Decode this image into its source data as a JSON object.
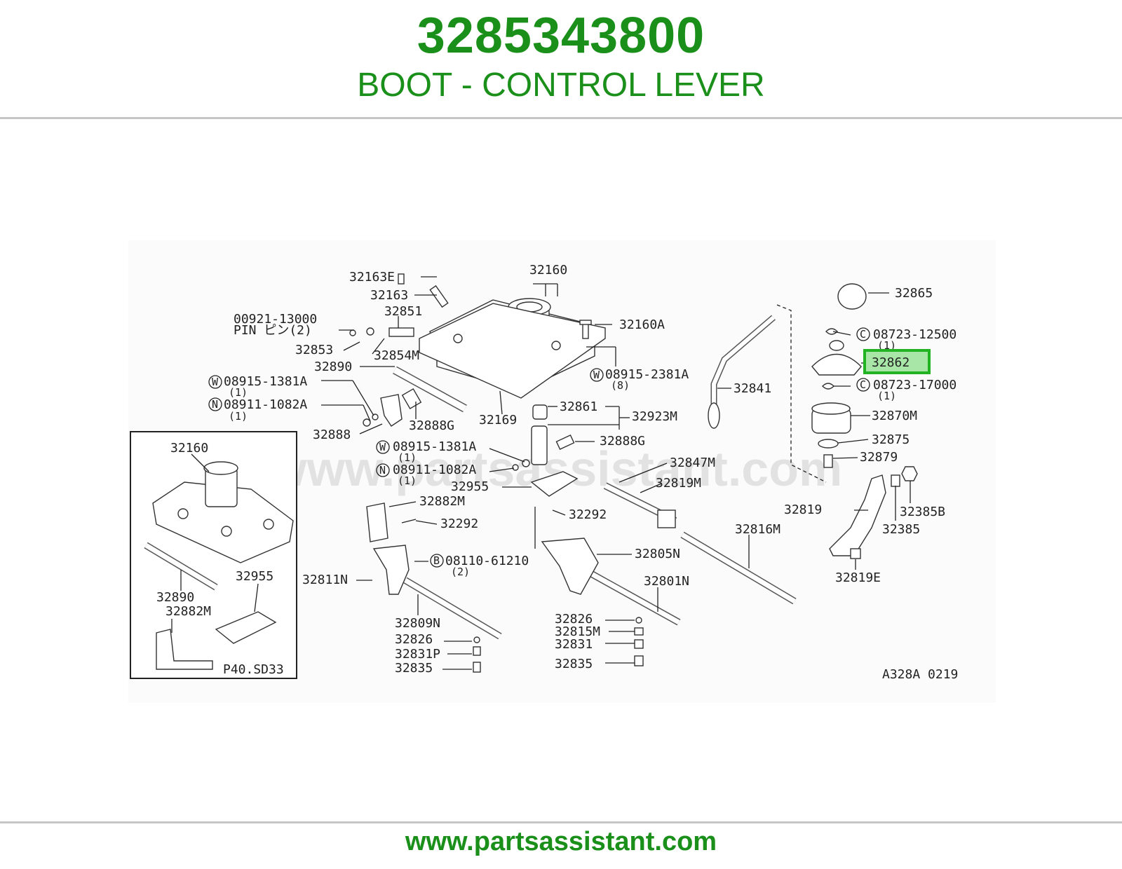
{
  "header": {
    "part_number": "3285343800",
    "part_name": "BOOT - CONTROL LEVER"
  },
  "footer": {
    "url": "www.partsassistant.com"
  },
  "watermark": "www.partsassistant.com",
  "colors": {
    "brand_green": "#1a8f1a",
    "highlight_fill": "#a8e6a8",
    "highlight_border": "#22b322"
  },
  "highlighted_part": "32862",
  "callouts": {
    "c32163E": "32163E",
    "c32160_top": "32160",
    "c32163": "32163",
    "c32851": "32851",
    "c00921": "00921-13000",
    "cPin": "PIN ピン(2)",
    "c32853": "32853",
    "c32854M": "32854M",
    "c32160A": "32160A",
    "c32890_top": "32890",
    "c08915_2381A": "08915-2381A",
    "c08915_2381A_q": "(8)",
    "c08915_1381A_a": "08915-1381A",
    "c08915_1381A_a_q": "(1)",
    "c08911_1082A_a": "08911-1082A",
    "c08911_1082A_a_q": "(1)",
    "c32888G_a": "32888G",
    "c32169": "32169",
    "c32888": "32888",
    "c32861": "32861",
    "c32923M": "32923M",
    "c32888G_b": "32888G",
    "c08915_1381A_b": "08915-1381A",
    "c08915_1381A_b_q": "(1)",
    "c08911_1082A_b": "08911-1082A",
    "c08911_1082A_b_q": "(1)",
    "c32955_top": "32955",
    "c32847M": "32847M",
    "c32819M": "32819M",
    "c32882M_top": "32882M",
    "c32292_a": "32292",
    "c32292_b": "32292",
    "c08110": "08110-61210",
    "c08110_q": "(2)",
    "c32805N": "32805N",
    "c32811N": "32811N",
    "c32816M": "32816M",
    "c32801N": "32801N",
    "c32809N": "32809N",
    "c32826_a": "32826",
    "c32831P": "32831P",
    "c32835_a": "32835",
    "c32826_b": "32826",
    "c32815M": "32815M",
    "c32831": "32831",
    "c32835_b": "32835",
    "c32841": "32841",
    "c32865": "32865",
    "c08723_12500": "08723-12500",
    "c08723_12500_q": "(1)",
    "c32862": "32862",
    "c08723_17000": "08723-17000",
    "c08723_17000_q": "(1)",
    "c32870M": "32870M",
    "c32875": "32875",
    "c32879": "32879",
    "c32385B": "32385B",
    "c32819": "32819",
    "c32385": "32385",
    "c32819E": "32819E",
    "inset_32160": "32160",
    "inset_32955": "32955",
    "inset_32890": "32890",
    "inset_32882M": "32882M",
    "inset_ref": "P40.SD33",
    "diagram_code": "A328A 0219"
  },
  "symbols": {
    "W": "W",
    "N": "N",
    "C": "C",
    "B": "B"
  }
}
